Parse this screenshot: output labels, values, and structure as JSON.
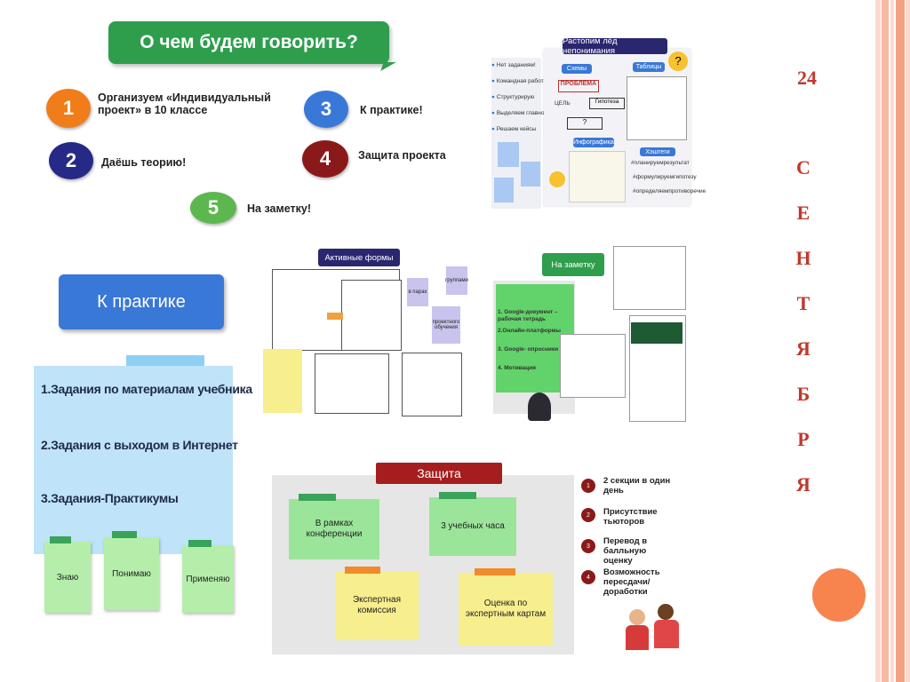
{
  "agenda": {
    "title": "О чем будем говорить?",
    "items": [
      {
        "num": "1",
        "text": "Организуем «Индивидуальный проект» в 10 классе",
        "color": "#f07d1a"
      },
      {
        "num": "2",
        "text": "Даёшь теорию!",
        "color": "#262a86"
      },
      {
        "num": "3",
        "text": "К практике!",
        "color": "#3a78d8"
      },
      {
        "num": "4",
        "text": "Защита проекта",
        "color": "#8a1a1a"
      },
      {
        "num": "5",
        "text": "На заметку!",
        "color": "#5cb84e"
      }
    ]
  },
  "icebreak": {
    "title": "Растопим лёд непонимания",
    "list": [
      "Нет заданиям!",
      "Командная работа",
      "Структурирую",
      "Выделяем главное",
      "Решаем кейсы"
    ],
    "schemes_label": "Схемы",
    "problem_label": "ПРОБЛЕМА",
    "goal_label": "ЦЕЛЬ",
    "hypothesis_label": "Гипотеза",
    "question_mark": "?",
    "tables_label": "Таблицы",
    "infographic_label": "Инфографика",
    "hashtags_label": "Хэштеги",
    "hashtags": [
      "#планируемрезультат",
      "#формулируемгипотезу",
      "#определяемпротиворечие"
    ]
  },
  "active_forms": {
    "title": "Активные формы",
    "stickies": [
      "в парах",
      "группами",
      "проектного обучения"
    ]
  },
  "notes": {
    "title": "На заметку",
    "items": [
      "1. Google-документ – рабочая тетрадь",
      "2.Онлайн-платформы",
      "3. Google- опросники",
      "4. Мотивация"
    ]
  },
  "practice": {
    "title": "К практике",
    "items": [
      "1.Задания по материалам учебника",
      "2.Задания с выходом в Интернет",
      "3.Задания-Практикумы"
    ],
    "stickies": [
      "Знаю",
      "Понимаю",
      "Применяю"
    ]
  },
  "defense": {
    "title": "Защита",
    "notes": [
      "В рамках конференции",
      "3 учебных часа",
      "Экспертная комиссия",
      "Оценка по экспертным картам"
    ],
    "list": [
      {
        "num": "1",
        "text": "2 секции в один день"
      },
      {
        "num": "2",
        "text": "Присутствие тьюторов"
      },
      {
        "num": "3",
        "text": "Перевод в балльную оценку"
      },
      {
        "num": "4",
        "text": "Возможность пересдачи/ доработки"
      }
    ]
  },
  "date": {
    "day": "24",
    "month_letters": [
      "С",
      "Е",
      "Н",
      "Т",
      "Я",
      "Б",
      "Р",
      "Я"
    ]
  },
  "colors": {
    "stripe_light": "#fbd9cf",
    "stripe_mid": "#f7b9a6",
    "stripe_dark": "#f4a082",
    "accent_circle": "#f7834f"
  }
}
